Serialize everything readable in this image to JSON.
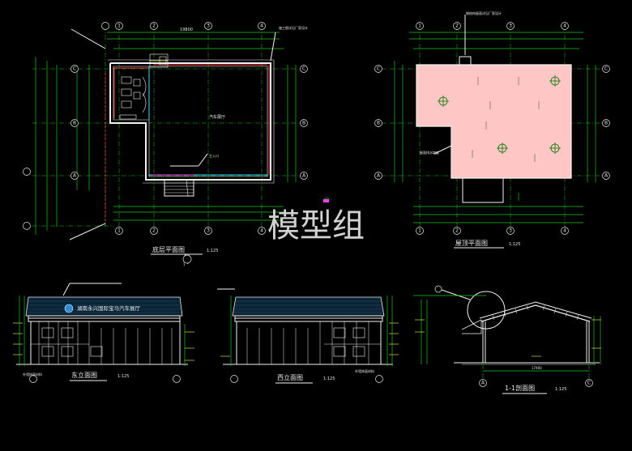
{
  "watermark": "模型组",
  "ground_floor": {
    "caption": "底层平面图",
    "scale": "1:125",
    "room_label": "汽车展厅",
    "entrance_label": "主入口",
    "grid_top": [
      "1",
      "2",
      "3",
      "4"
    ],
    "grid_side": [
      "C",
      "B",
      "A"
    ],
    "dim_top": "19800",
    "note_top": "施工图详见厂家设计",
    "section_mark": "1"
  },
  "roof_plan": {
    "caption": "屋顶平面图",
    "scale": "1:125",
    "note_top": "钢结构屋面详见厂家设计",
    "note_left": "屋面排水坡度",
    "grid_top": [
      "1",
      "2",
      "3",
      "4"
    ],
    "grid_side": [
      "C",
      "B",
      "A"
    ]
  },
  "east_elevation": {
    "caption": "东立面图",
    "scale": "1:125",
    "sign_text": "湖南永兴国际宝马汽车展厅",
    "note": "外墙饰面材料"
  },
  "west_elevation": {
    "caption": "西立面图",
    "scale": "1:125",
    "note": "外墙饰面材料"
  },
  "section": {
    "caption": "1-1剖面图",
    "scale": "1:125",
    "span_label": "17400",
    "axis_left": "A",
    "axis_right": "C"
  }
}
